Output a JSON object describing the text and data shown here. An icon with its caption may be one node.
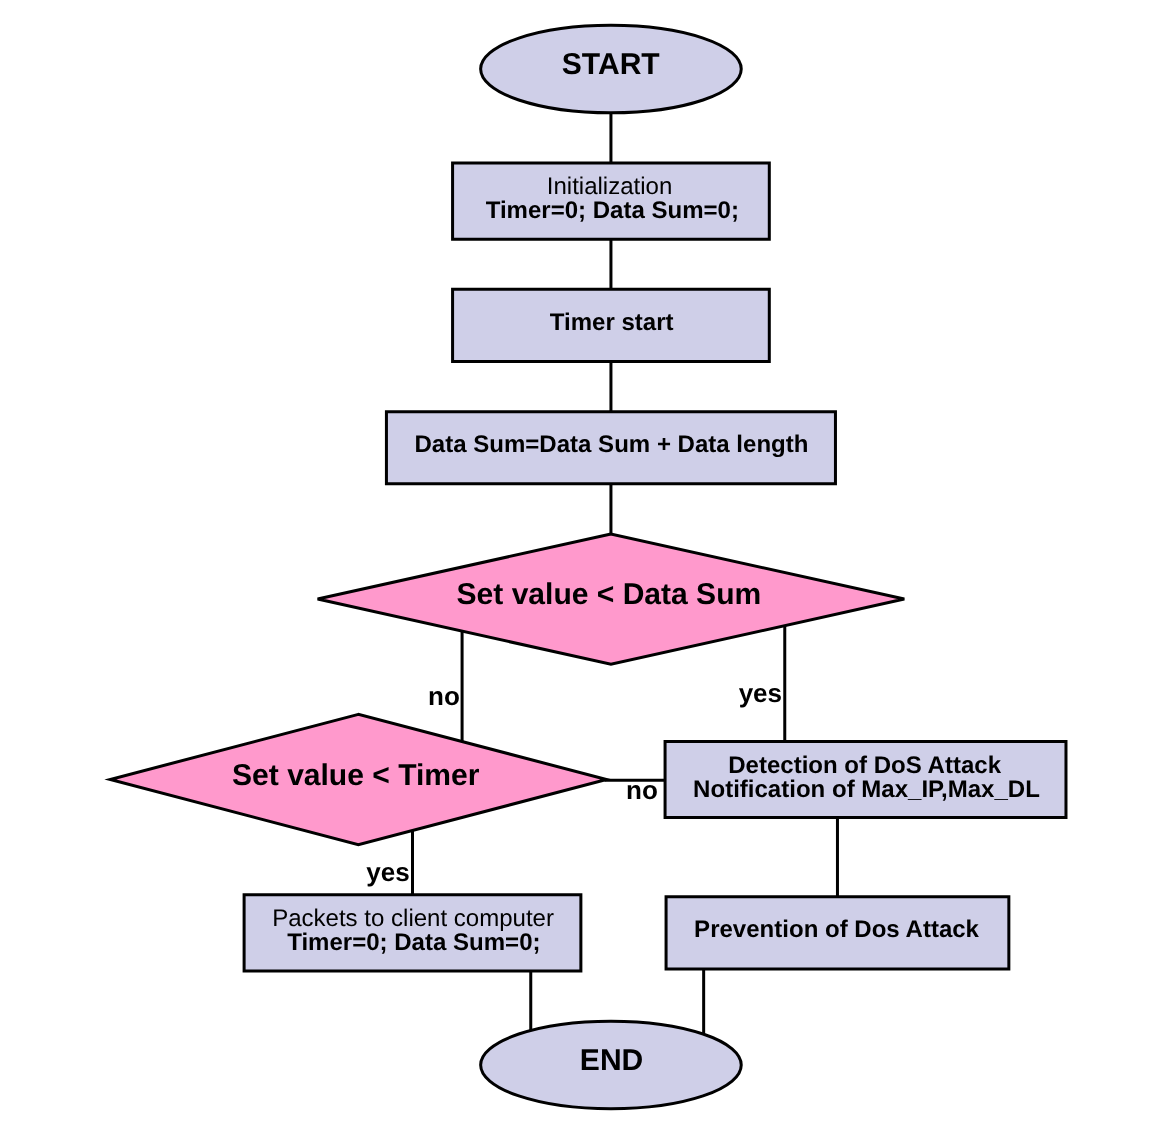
{
  "diagram": {
    "nodes": [
      {
        "text": [
          "START"
        ]
      },
      {
        "text": [
          "Initialization",
          "Timer=0; Data Sum=0;"
        ]
      },
      {
        "text": [
          "Timer start"
        ]
      },
      {
        "text": [
          "Data Sum=Data Sum + Data length"
        ]
      },
      {
        "text": [
          "Set value < Data Sum"
        ]
      },
      {
        "text": [
          "Set value < Timer"
        ]
      },
      {
        "text": [
          "Packets to client computer",
          "Timer=0; Data Sum=0;"
        ]
      },
      {
        "text": [
          "Detection of DoS Attack",
          "Notification of Max_IP,Max_DL"
        ]
      },
      {
        "text": [
          "Prevention of Dos Attack"
        ]
      },
      {
        "text": [
          "END"
        ]
      }
    ],
    "edges": [
      {
        "from": 0,
        "to": 1,
        "arrow": "none"
      },
      {
        "from": 1,
        "to": 2,
        "arrow": "none"
      },
      {
        "from": 2,
        "to": 3,
        "arrow": "none"
      },
      {
        "from": 3,
        "to": 4,
        "arrow": "none"
      },
      {
        "from": 4,
        "to": 5,
        "label": "no",
        "arrow": "none"
      },
      {
        "from": 4,
        "to": 7,
        "label": "yes",
        "arrow": "none"
      },
      {
        "from": 5,
        "to": 7,
        "label": "no",
        "arrow": "none"
      },
      {
        "from": 5,
        "to": 6,
        "label": "yes",
        "arrow": "none"
      },
      {
        "from": 7,
        "to": 8,
        "arrow": "none"
      },
      {
        "from": 8,
        "to": 9,
        "arrow": "none"
      },
      {
        "from": 6,
        "to": 9,
        "arrow": "none"
      }
    ]
  }
}
